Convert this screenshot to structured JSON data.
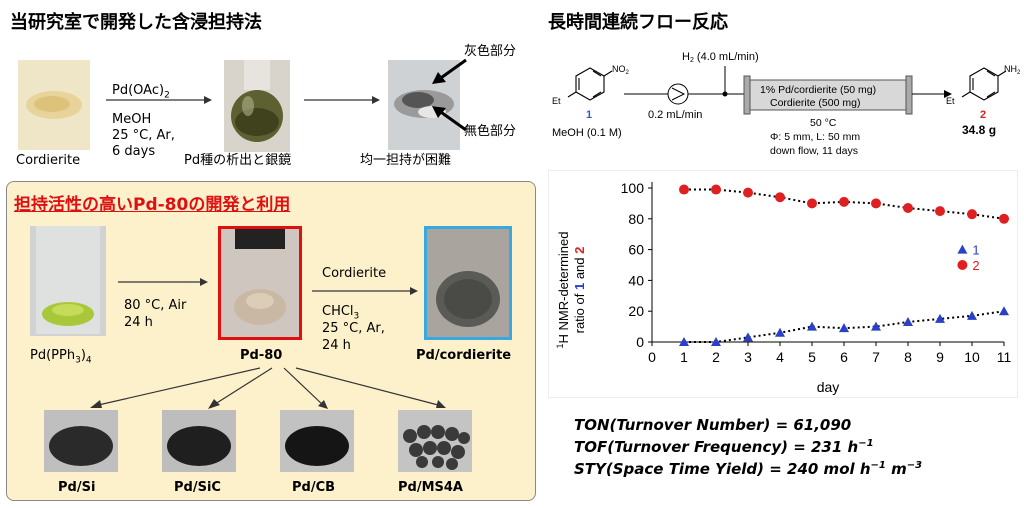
{
  "left": {
    "heading": "当研究室で開発した含浸担持法",
    "step1": {
      "label": "Cordierite"
    },
    "step2": {
      "reagent": "Pd(OAc)",
      "reagent_sub": "2",
      "solvent": "MeOH",
      "temp": "25 °C, Ar,",
      "time": "6 days",
      "caption": "Pd種の析出と銀鏡"
    },
    "step3": {
      "caption": "均一担持が困難",
      "callout_gray": "灰色部分",
      "callout_colorless": "無色部分"
    }
  },
  "panel": {
    "title": "担持活性の高いPd-80の開発と利用",
    "precursor": {
      "label": "Pd(PPh",
      "sub": "3",
      "tail": ")",
      "sub2": "4"
    },
    "cond1": {
      "line1": "80 °C, Air",
      "line2": "24 h"
    },
    "center": {
      "label": "Pd-80"
    },
    "cond2": {
      "reagent": "Cordierite",
      "solvent": "CHCl",
      "solvent_sub": "3",
      "temp": "25 °C, Ar,",
      "time": "24 h"
    },
    "product": {
      "label": "Pd/cordierite"
    },
    "derivatives": [
      "Pd/Si",
      "Pd/SiC",
      "Pd/CB",
      "Pd/MS4A"
    ]
  },
  "right": {
    "heading": "長時間連続フロー反応",
    "scheme": {
      "sm_label": "1",
      "sm_solvent": "MeOH (0.1 M)",
      "sm_no2": "NO",
      "sm_no2_sub": "2",
      "sm_et": "Et",
      "h2": "H",
      "h2_sub": "2",
      "h2_rest": " (4.0 mL/min)",
      "flow": "0.2 mL/min",
      "column_line1": "1% Pd/cordierite (50 mg)",
      "column_line2": "Cordierite (500 mg)",
      "cond1": "50 °C",
      "cond2": "Φ: 5 mm, L: 50 mm",
      "cond3": "down flow, 11 days",
      "prod_label": "2",
      "prod_yield": "34.8 g",
      "prod_nh2": "NH",
      "prod_nh2_sub": "2",
      "prod_et": "Et"
    },
    "metrics": [
      {
        "text": "TON(Turnover Number) = 61,090"
      },
      {
        "text": "TOF(Turnover Frequency) = 231 h",
        "sup": "−1"
      },
      {
        "text": "STY(Space Time Yield) = 240 mol h",
        "sup": "−1",
        "text2": " m",
        "sup2": "−3"
      }
    ]
  },
  "chart_data": {
    "type": "scatter",
    "xlabel": "day",
    "ylabel_parts": [
      "H NMR-determined",
      "ratio of ",
      "1",
      " and ",
      "2"
    ],
    "ylabel_sup": "1",
    "xlim": [
      0,
      11
    ],
    "ylim": [
      0,
      100
    ],
    "xticks": [
      0,
      1,
      2,
      3,
      4,
      5,
      6,
      7,
      8,
      9,
      10,
      11
    ],
    "yticks": [
      0,
      20,
      40,
      60,
      80,
      100
    ],
    "grid": false,
    "legend_position": "right",
    "series": [
      {
        "name": "1",
        "marker": "triangle",
        "color": "#2a40c8",
        "x": [
          1,
          2,
          3,
          4,
          5,
          6,
          7,
          8,
          9,
          10,
          11
        ],
        "y": [
          0,
          0,
          3,
          6,
          10,
          9,
          10,
          13,
          15,
          17,
          20
        ]
      },
      {
        "name": "2",
        "marker": "circle",
        "color": "#e02020",
        "x": [
          1,
          2,
          3,
          4,
          5,
          6,
          7,
          8,
          9,
          10,
          11
        ],
        "y": [
          99,
          99,
          97,
          94,
          90,
          91,
          90,
          87,
          85,
          83,
          80
        ]
      }
    ]
  }
}
